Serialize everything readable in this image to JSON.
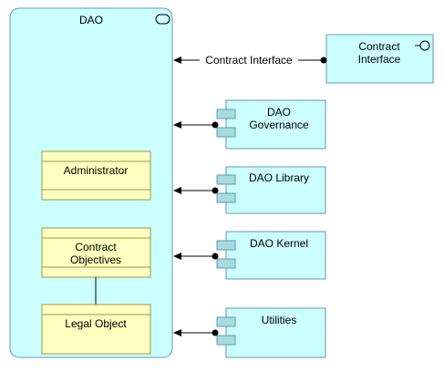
{
  "diagram": {
    "colors": {
      "node_fill": "#ccffff",
      "node_stroke": "#5c9bb0",
      "object_fill": "#ffffbf",
      "object_stroke": "#9a9a4a",
      "line": "#000000"
    },
    "dao": {
      "title": "DAO",
      "icon": "rounded-rect-icon"
    },
    "objects": [
      {
        "id": "administrator",
        "label": "Administrator"
      },
      {
        "id": "contract-objectives",
        "label": "Contract\nObjectives"
      },
      {
        "id": "legal-object",
        "label": "Legal Object"
      }
    ],
    "interface": {
      "label": "Contract\nInterface",
      "icon": "lollipop-interface-icon"
    },
    "components": [
      {
        "id": "dao-governance",
        "label": "DAO\nGovernance",
        "icon": "component-icon"
      },
      {
        "id": "dao-library",
        "label": "DAO Library",
        "icon": "component-icon"
      },
      {
        "id": "dao-kernel",
        "label": "DAO Kernel",
        "icon": "component-icon"
      },
      {
        "id": "utilities",
        "label": "Utilities",
        "icon": "component-icon"
      }
    ],
    "connector_label": "Contract Interface"
  }
}
